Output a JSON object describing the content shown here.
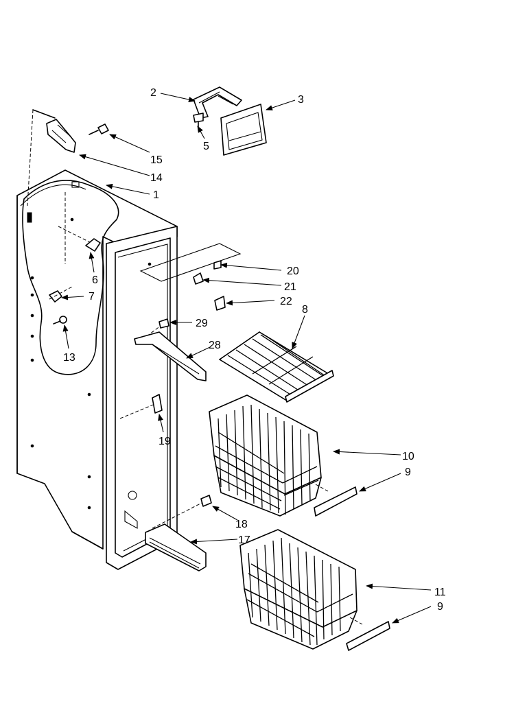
{
  "callouts": [
    {
      "id": "c2",
      "text": "2"
    },
    {
      "id": "c3",
      "text": "3"
    },
    {
      "id": "c5",
      "text": "5"
    },
    {
      "id": "c15",
      "text": "15"
    },
    {
      "id": "c14",
      "text": "14"
    },
    {
      "id": "c1",
      "text": "1"
    },
    {
      "id": "c6",
      "text": "6"
    },
    {
      "id": "c7",
      "text": "7"
    },
    {
      "id": "c13",
      "text": "13"
    },
    {
      "id": "c20",
      "text": "20"
    },
    {
      "id": "c21",
      "text": "21"
    },
    {
      "id": "c22",
      "text": "22"
    },
    {
      "id": "c8",
      "text": "8"
    },
    {
      "id": "c29",
      "text": "29"
    },
    {
      "id": "c28",
      "text": "28"
    },
    {
      "id": "c19",
      "text": "19"
    },
    {
      "id": "c10",
      "text": "10"
    },
    {
      "id": "c9a",
      "text": "9"
    },
    {
      "id": "c18",
      "text": "18"
    },
    {
      "id": "c17",
      "text": "17"
    },
    {
      "id": "c11",
      "text": "11"
    },
    {
      "id": "c9b",
      "text": "9"
    }
  ]
}
